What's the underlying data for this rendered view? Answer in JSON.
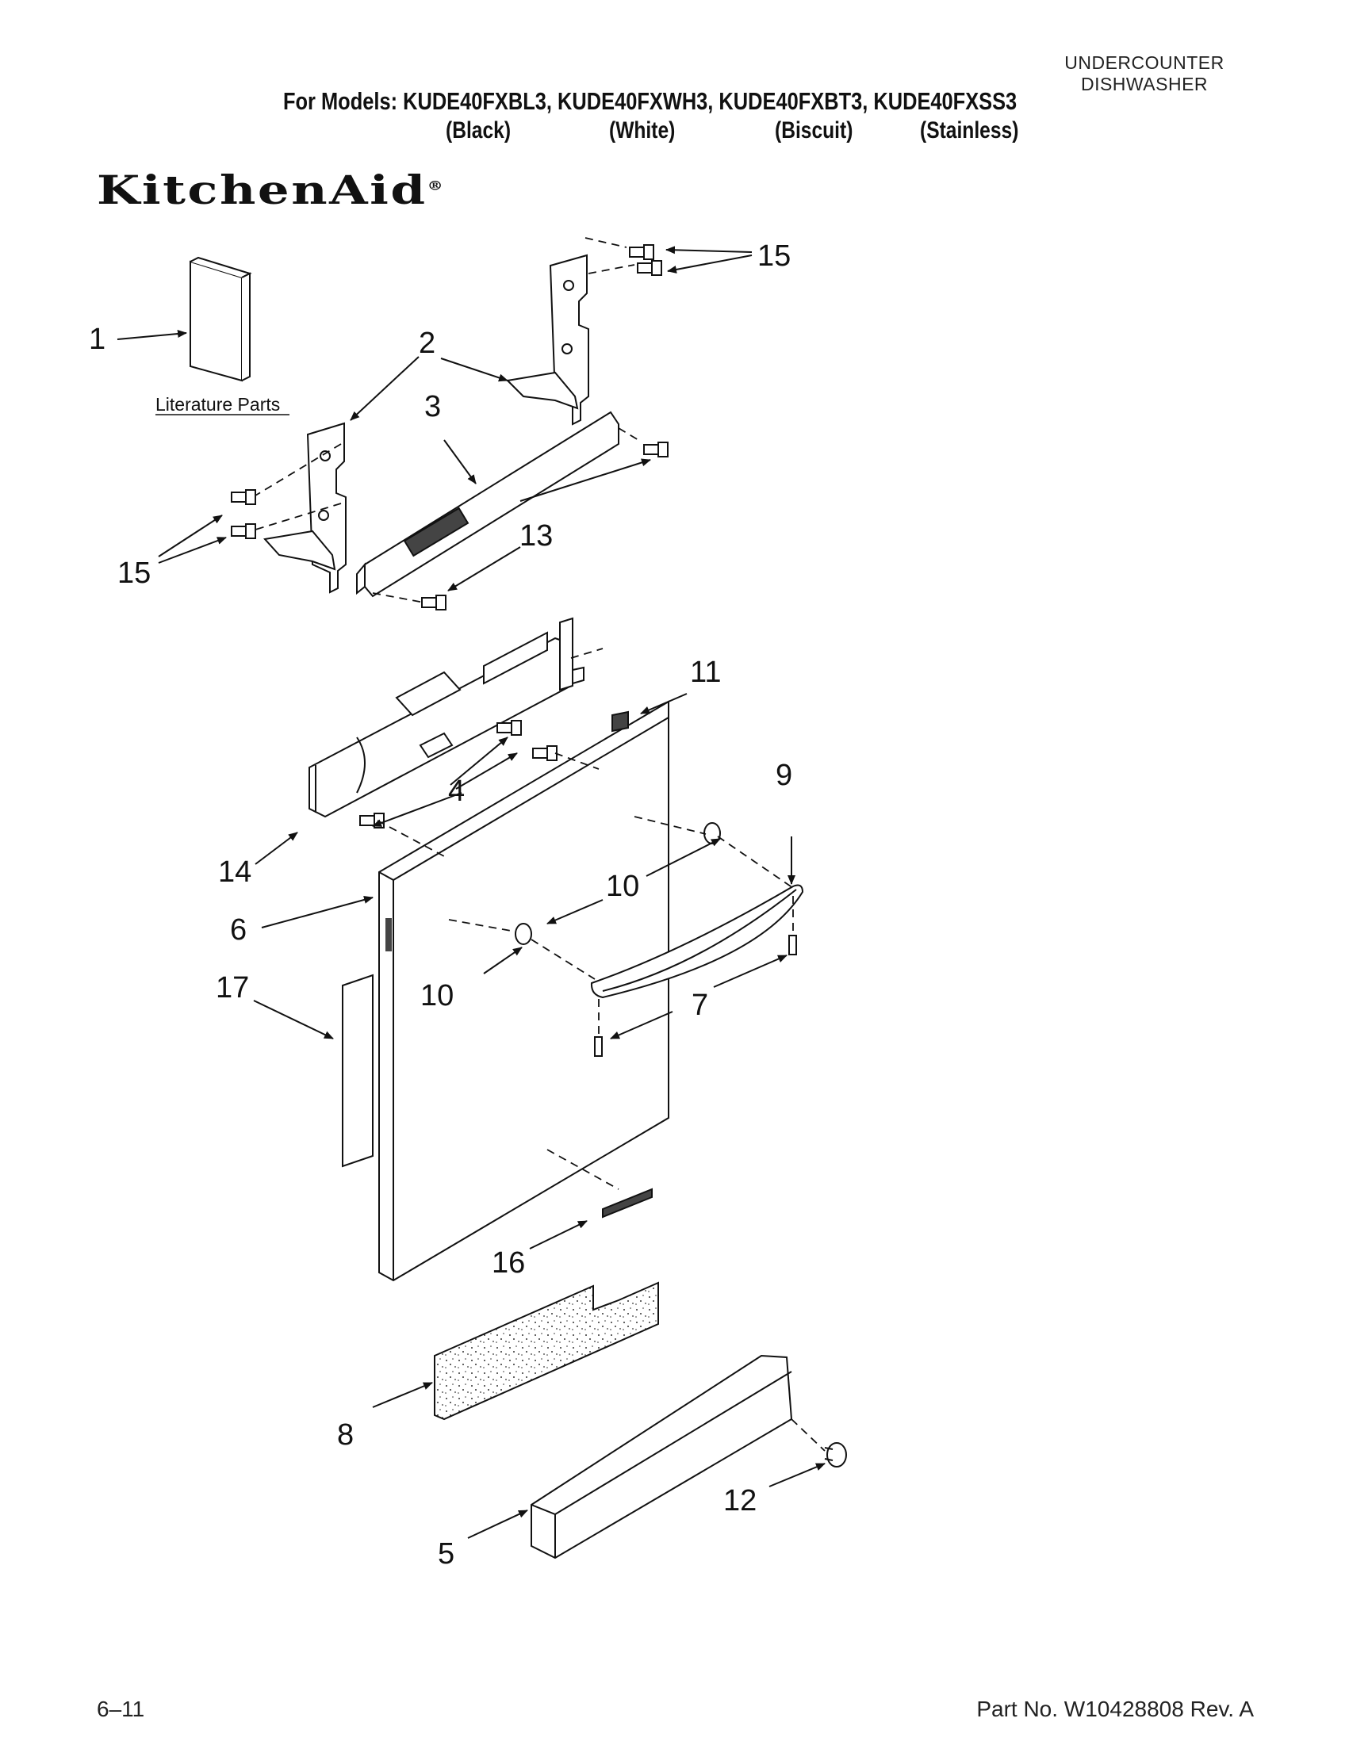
{
  "header": {
    "category_line1": "UNDERCOUNTER",
    "category_line2": "DISHWASHER",
    "models_line": "For Models: KUDE40FXBL3, KUDE40FXWH3, KUDE40FXBT3, KUDE40FXSS3",
    "colors": [
      "(Black)",
      "(White)",
      "(Biscuit)",
      "(Stainless)"
    ],
    "brand": "KitchenAid"
  },
  "diagram": {
    "literature_label": "Literature Parts",
    "callouts": {
      "c1": "1",
      "c2": "2",
      "c3": "3",
      "c4": "4",
      "c5": "5",
      "c6": "6",
      "c7": "7",
      "c8": "8",
      "c9": "9",
      "c10a": "10",
      "c10b": "10",
      "c11": "11",
      "c12": "12",
      "c13": "13",
      "c14": "14",
      "c15a": "15",
      "c15b": "15",
      "c16": "16",
      "c17": "17"
    }
  },
  "footer": {
    "date_code": "6–11",
    "part_number": "Part No. W10428808 Rev. A"
  }
}
